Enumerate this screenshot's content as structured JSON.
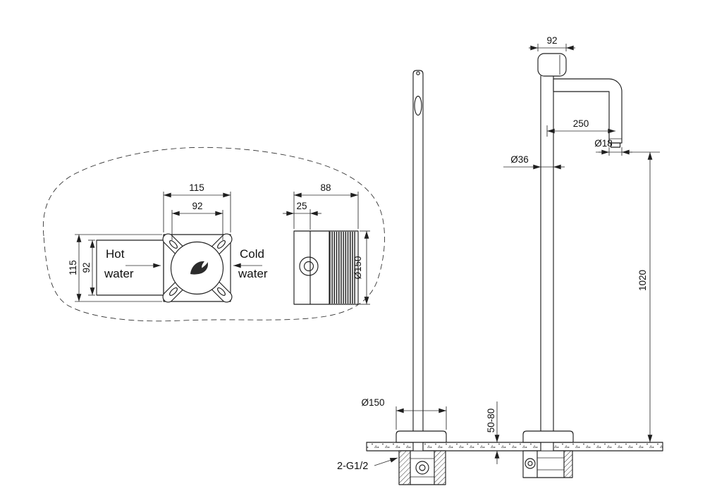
{
  "drawing": {
    "plan_view": {
      "dim_top_outer": "115",
      "dim_top_inner": "92",
      "dim_side_outer": "115",
      "dim_side_inner": "92",
      "hot_line1": "Hot",
      "hot_line2": "water",
      "cold_line1": "Cold",
      "cold_line2": "water"
    },
    "side_view": {
      "dim_width": "88",
      "dim_inset": "25",
      "dim_diameter": "Ø150"
    },
    "elevation": {
      "dim_head": "92",
      "dim_reach": "250",
      "dim_column": "Ø36",
      "dim_spout": "Ø18",
      "dim_height": "1020",
      "dim_base": "Ø150",
      "dim_floor": "50-80",
      "thread": "2-G1/2"
    }
  },
  "colors": {
    "line": "#1f1f1f",
    "background": "#ffffff"
  }
}
